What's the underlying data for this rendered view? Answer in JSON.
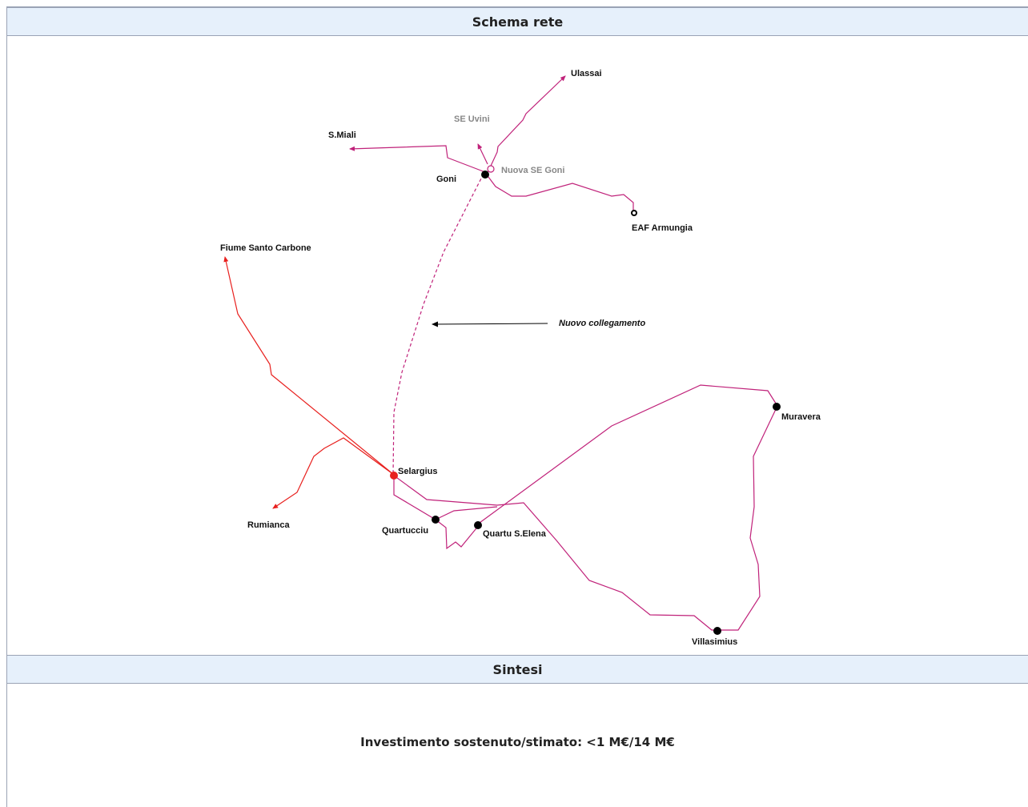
{
  "sections": {
    "schema_title": "Schema rete",
    "sintesi_title": "Sintesi"
  },
  "summary": {
    "text": "Investimento sostenuto/stimato: <1 M€/14 M€"
  },
  "colors": {
    "line_existing": "#c0227a",
    "line_red": "#e8201e",
    "node_black": "#000000",
    "node_red": "#e8201e",
    "header_bg": "#e6f0fb"
  },
  "nodes": {
    "ulassai": "Ulassai",
    "se_uvini": "SE Uvini",
    "s_miali": "S.Miali",
    "nuova_se_goni": "Nuova SE Goni",
    "goni": "Goni",
    "eaf_armungia": "EAF Armungia",
    "fiume_santo_carbone": "Fiume Santo Carbone",
    "nuovo_collegamento": "Nuovo collegamento",
    "muravera": "Muravera",
    "selargius": "Selargius",
    "rumianca": "Rumianca",
    "quartucciu": "Quartucciu",
    "quartu_s_elena": "Quartu S.Elena",
    "villasimius": "Villasimius"
  }
}
